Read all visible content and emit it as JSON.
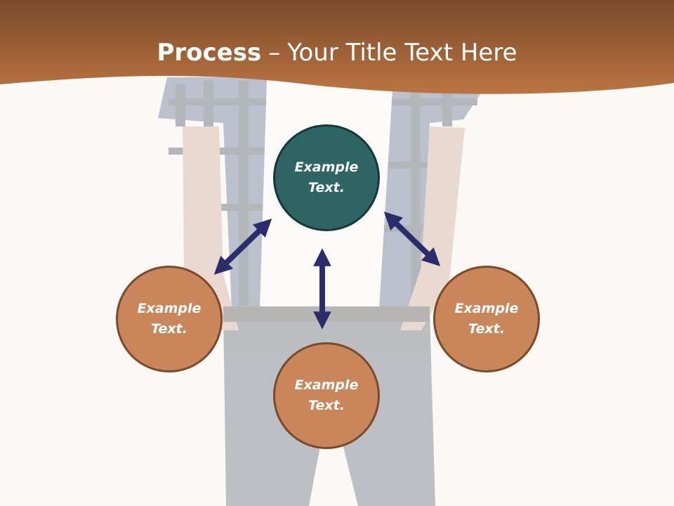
{
  "title": {
    "bold": "Process",
    "separator": "–",
    "rest": "Your Title Text Here"
  },
  "nodes": {
    "top": {
      "line1": "Example",
      "line2": "Text."
    },
    "left": {
      "line1": "Example",
      "line2": "Text."
    },
    "right": {
      "line1": "Example",
      "line2": "Text."
    },
    "bottom": {
      "line1": "Example",
      "line2": "Text."
    }
  },
  "colors": {
    "banner": "#b0693a",
    "node_orange": "#c9865a",
    "node_teal": "#2f6464",
    "arrow": "#2b2c6b",
    "background": "#fbf8f5"
  }
}
